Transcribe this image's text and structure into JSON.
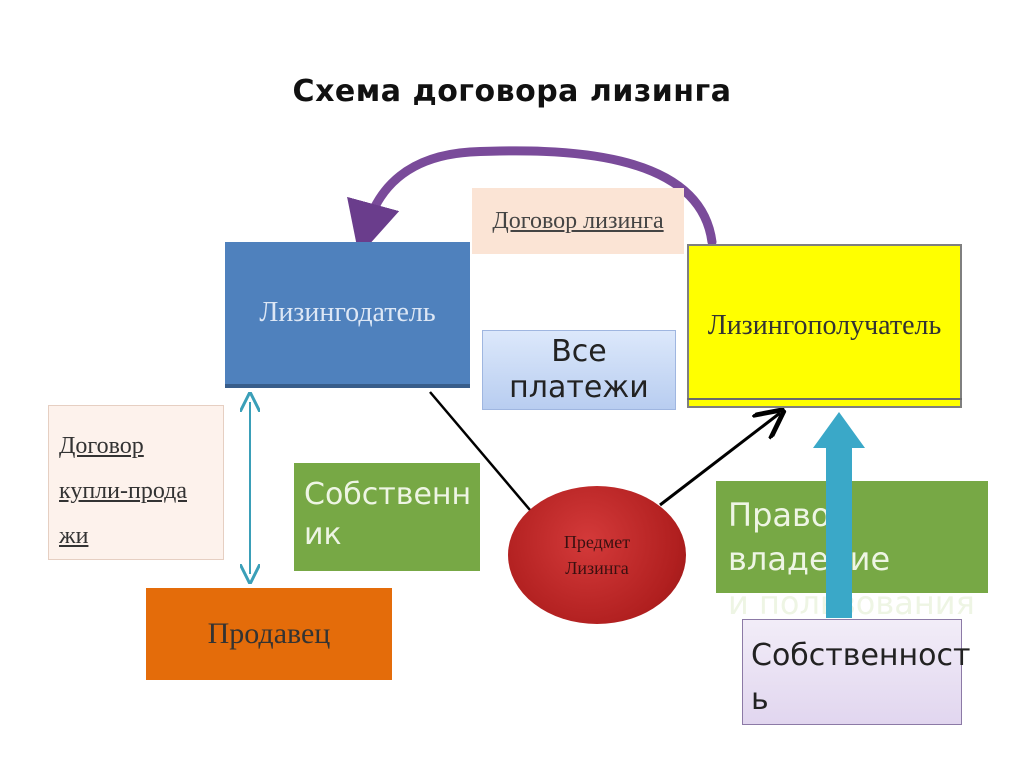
{
  "title": "Схема договора лизинга",
  "nodes": {
    "lessor": "Лизингодатель",
    "lessee": "Лизингополучатель",
    "contract": "Договор лизинга",
    "payments_line1": "Все",
    "payments_line2": "платежи",
    "purchase_line1": "Договор",
    "purchase_line2": "купли-прода",
    "purchase_line3": "жи",
    "owner_line1": "Собственн",
    "owner_line2": "ик",
    "seller": "Продавец",
    "subject_line1": "Предмет",
    "subject_line2": "Лизинга",
    "rights_line1": "Право владение",
    "rights_line2": "и пользования",
    "property_line1": "Собственност",
    "property_line2": "ь"
  },
  "colors": {
    "lessor": "#4f81bd",
    "lessee": "#ffff00",
    "contract": "#fbe4d5",
    "owner": "#77a845",
    "seller": "#e46c0a",
    "subject": "#c0282a",
    "rights": "#77a845",
    "property": "#e1d6ef",
    "curved_arrow": "#7a4b9a",
    "vertical_arrow": "#3aa8c8"
  }
}
